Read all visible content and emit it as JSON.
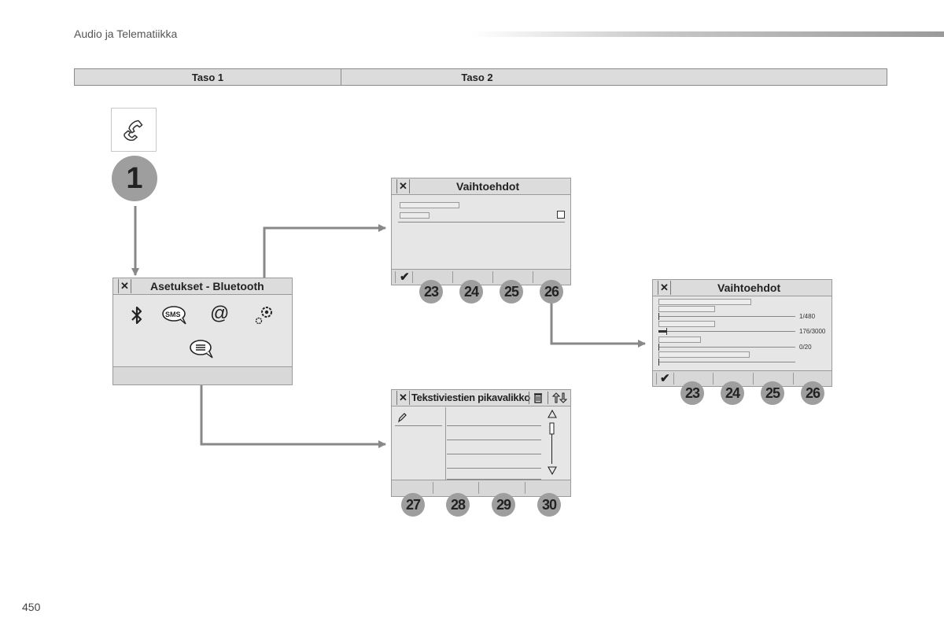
{
  "header": {
    "title": "Audio ja Telematiikka"
  },
  "page_number": "450",
  "levels": {
    "level1": "Taso 1",
    "level2": "Taso 2"
  },
  "step": "1",
  "bluetooth_screen": {
    "title": "Asetukset - Bluetooth",
    "close": "✕",
    "icons": [
      "bluetooth-icon",
      "sms-icon",
      "at-icon",
      "settings-icon",
      "messages-icon"
    ],
    "sms_label": "SMS",
    "at_symbol": "@"
  },
  "options_screen": {
    "title": "Vaihtoehdot",
    "close": "✕",
    "confirm": "✔",
    "badges": [
      "23",
      "24",
      "25",
      "26"
    ]
  },
  "options_screen2": {
    "title": "Vaihtoehdot",
    "close": "✕",
    "confirm": "✔",
    "sliders": [
      {
        "label": "1/480",
        "value": 1,
        "max": 480
      },
      {
        "label": "176/3000",
        "value": 176,
        "max": 3000
      },
      {
        "label": "0/20",
        "value": 0,
        "max": 20
      }
    ],
    "badges": [
      "23",
      "24",
      "25",
      "26"
    ]
  },
  "sms_menu_screen": {
    "title": "Tekstiviestien pikavalikko",
    "close": "✕",
    "badges": [
      "27",
      "28",
      "29",
      "30"
    ]
  }
}
